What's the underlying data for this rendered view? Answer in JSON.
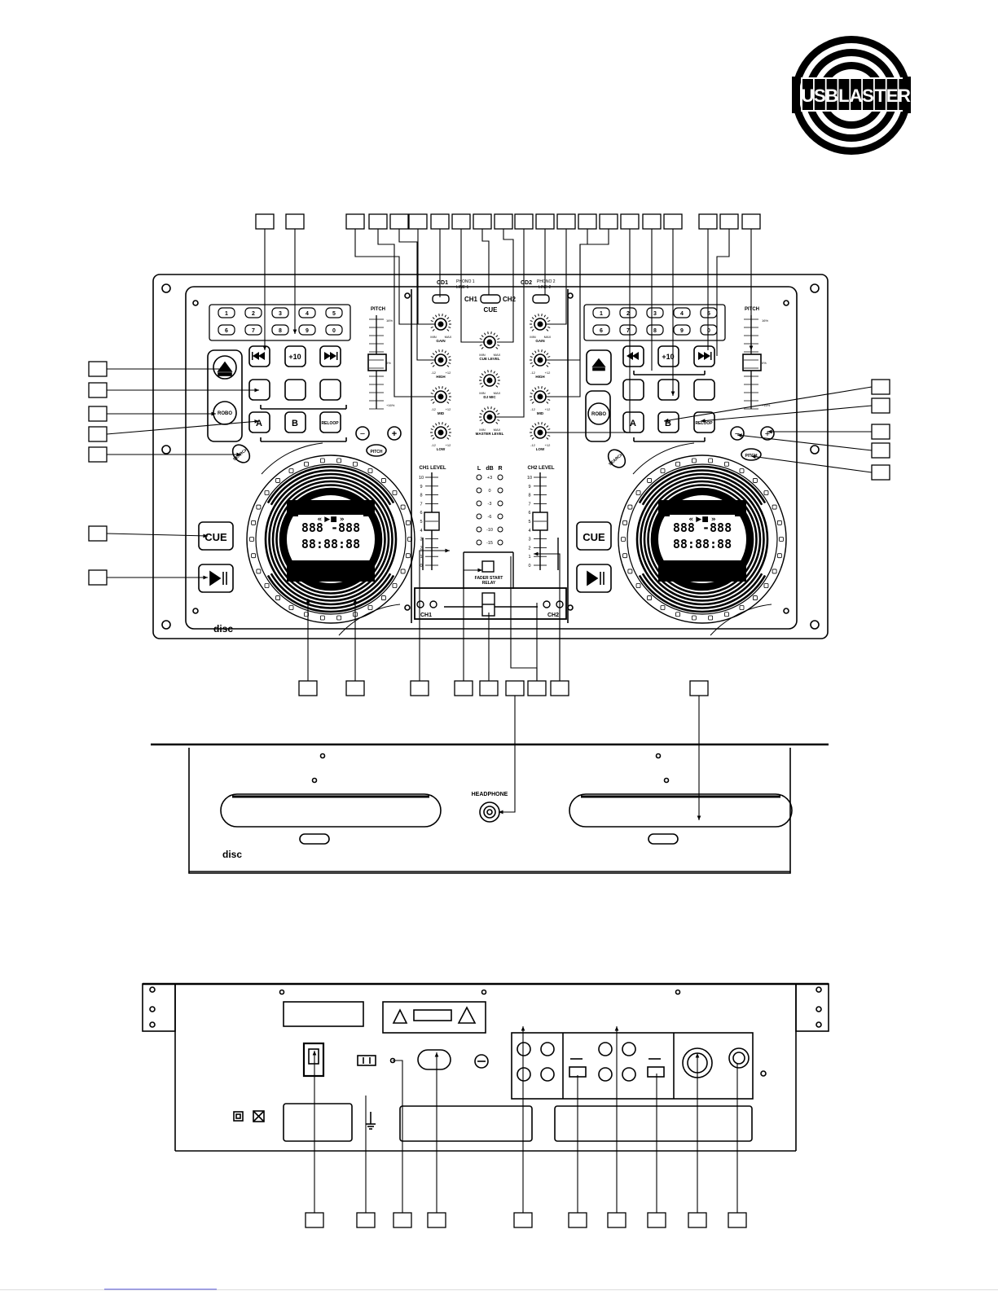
{
  "logo": {
    "text": "US BLASTER"
  },
  "front": {
    "ch1_input": {
      "name": "CD1",
      "sw_top": "PHONO 1",
      "sw_bottom": "LINE 1"
    },
    "ch2_input": {
      "name": "CD2",
      "sw_top": "PHONO 2",
      "sw_bottom": "LINE 2"
    },
    "cue": {
      "left": "CH1",
      "right": "CH2",
      "label": "CUE"
    },
    "knob_min": "MIN",
    "knob_max": "MAX",
    "eq_min": "-12",
    "eq_max": "+12",
    "gain": "GAIN",
    "high": "HIGH",
    "mid": "MID",
    "low": "LOW",
    "cue_level": "CUE LEVEL",
    "dj_mic": "DJ MIC",
    "master_level": "MASTER LEVEL",
    "pitch": "PITCH",
    "pitch_scale": [
      "16%",
      "0%",
      "+16%"
    ],
    "ch1_level": "CH1 LEVEL",
    "ch2_level": "CH2 LEVEL",
    "level_scale": [
      "10",
      "9",
      "8",
      "7",
      "6",
      "5",
      "4",
      "3",
      "2",
      "1",
      "0"
    ],
    "meter": {
      "l": "L",
      "db": "dB",
      "r": "R",
      "scale": [
        "+3",
        "0",
        "-3",
        "-6",
        "-10",
        "-15"
      ]
    },
    "fader_start": "FADER START",
    "relay": "RELAY",
    "xfader_left": "CH1",
    "xfader_right": "CH2",
    "keypad": [
      "1",
      "2",
      "3",
      "4",
      "5",
      "6",
      "7",
      "8",
      "9",
      "0"
    ],
    "plus10": "+10",
    "robo": "ROBO",
    "a": "A",
    "b": "B",
    "reloop": "RELOOP",
    "search": "SEARCH",
    "cue_btn": "CUE",
    "display_top": "888 -888",
    "display_bottom": "88:88:88",
    "minus": "−",
    "plus": "+",
    "headphone": "HEADPHONE",
    "brand": "disc"
  }
}
